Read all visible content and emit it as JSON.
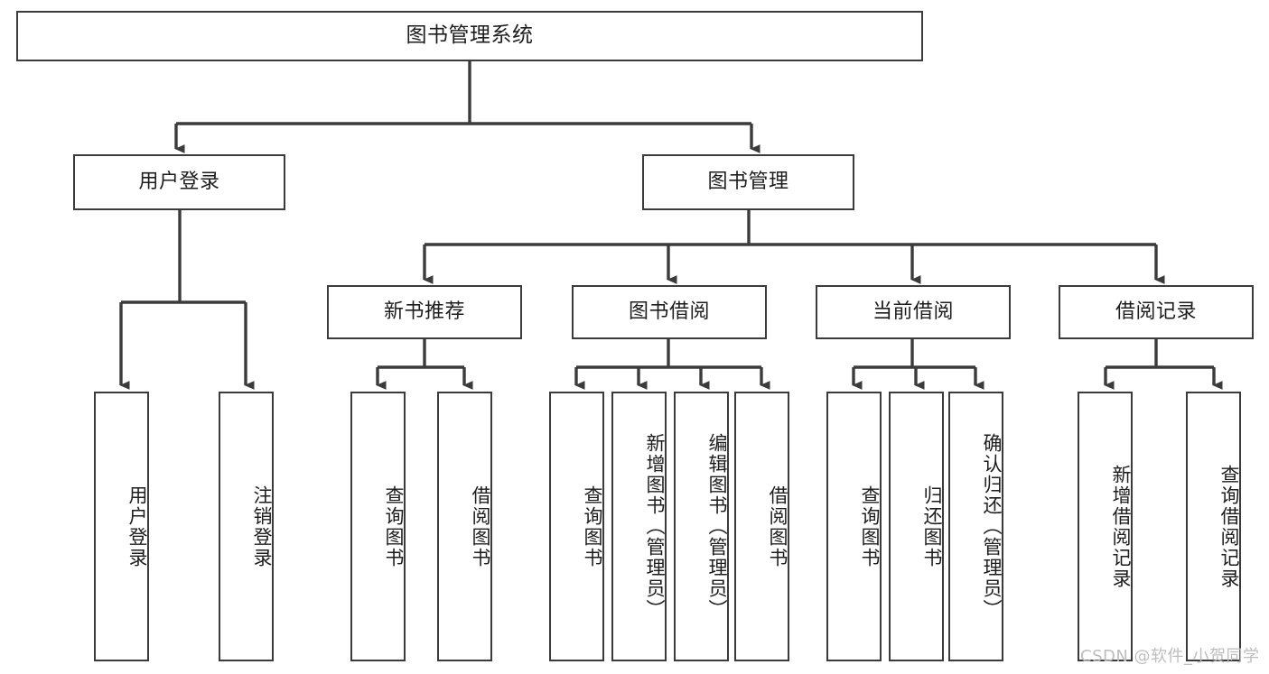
{
  "diagram": {
    "title": "图书管理系统",
    "type": "功能结构图",
    "line_color": "#3b3b3b",
    "box_fill": "#ffffff",
    "text_color": "#1d1d1d",
    "root": {
      "id": "root",
      "label": "图书管理系统"
    },
    "level2": [
      {
        "id": "user-login",
        "label": "用户登录"
      },
      {
        "id": "book-manage",
        "label": "图书管理"
      }
    ],
    "level3": [
      {
        "id": "new-book-rec",
        "label": "新书推荐"
      },
      {
        "id": "book-borrow",
        "label": "图书借阅"
      },
      {
        "id": "current-borrow",
        "label": "当前借阅"
      },
      {
        "id": "borrow-record",
        "label": "借阅记录"
      }
    ],
    "leaves": {
      "user_login": [
        {
          "id": "leaf-user-login",
          "label": "用户登录"
        },
        {
          "id": "leaf-logout-login",
          "label": "注销登录"
        }
      ],
      "new_book_rec": [
        {
          "id": "leaf-query-book-1",
          "label": "查询图书"
        },
        {
          "id": "leaf-borrow-book-1",
          "label": "借阅图书"
        }
      ],
      "book_borrow": [
        {
          "id": "leaf-query-book-2",
          "label": "查询图书"
        },
        {
          "id": "leaf-add-book",
          "label": "新增图书（管理员）"
        },
        {
          "id": "leaf-edit-book",
          "label": "编辑图书（管理员）"
        },
        {
          "id": "leaf-borrow-book-2",
          "label": "借阅图书"
        }
      ],
      "current_borrow": [
        {
          "id": "leaf-query-book-3",
          "label": "查询图书"
        },
        {
          "id": "leaf-return-book",
          "label": "归还图书"
        },
        {
          "id": "leaf-confirm-return",
          "label": "确认归还（管理员）"
        }
      ],
      "borrow_record": [
        {
          "id": "leaf-add-record",
          "label": "新增借阅记录"
        },
        {
          "id": "leaf-query-record",
          "label": "查询借阅记录"
        }
      ]
    }
  },
  "watermark": {
    "text": "CSDN @软件_小贺同学"
  }
}
